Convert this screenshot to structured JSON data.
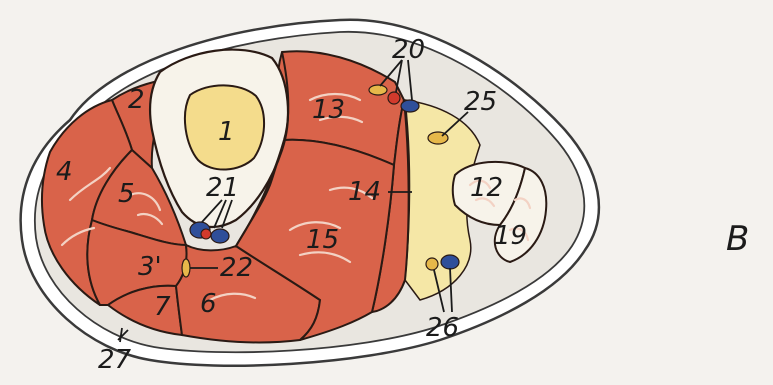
{
  "figure_letter": "B",
  "labels": {
    "l1": "1",
    "l2": "2",
    "l4": "4",
    "l5": "5",
    "l3p": "3'",
    "l7": "7",
    "l6": "6",
    "l13": "13",
    "l14": "14",
    "l15": "15",
    "l12": "12",
    "l19": "19",
    "l20": "20",
    "l21": "21",
    "l22": "22",
    "l25": "25",
    "l26": "26",
    "l27": "27"
  },
  "colors": {
    "muscle": "#d9634a",
    "bone_cortex": "#f7f3ea",
    "marrow": "#f4dc8c",
    "fat": "#f5e7a6",
    "skin": "#e9e6e0",
    "artery": "#d23a2c",
    "vein": "#2f4f9a",
    "nerve": "#e6b84a"
  }
}
